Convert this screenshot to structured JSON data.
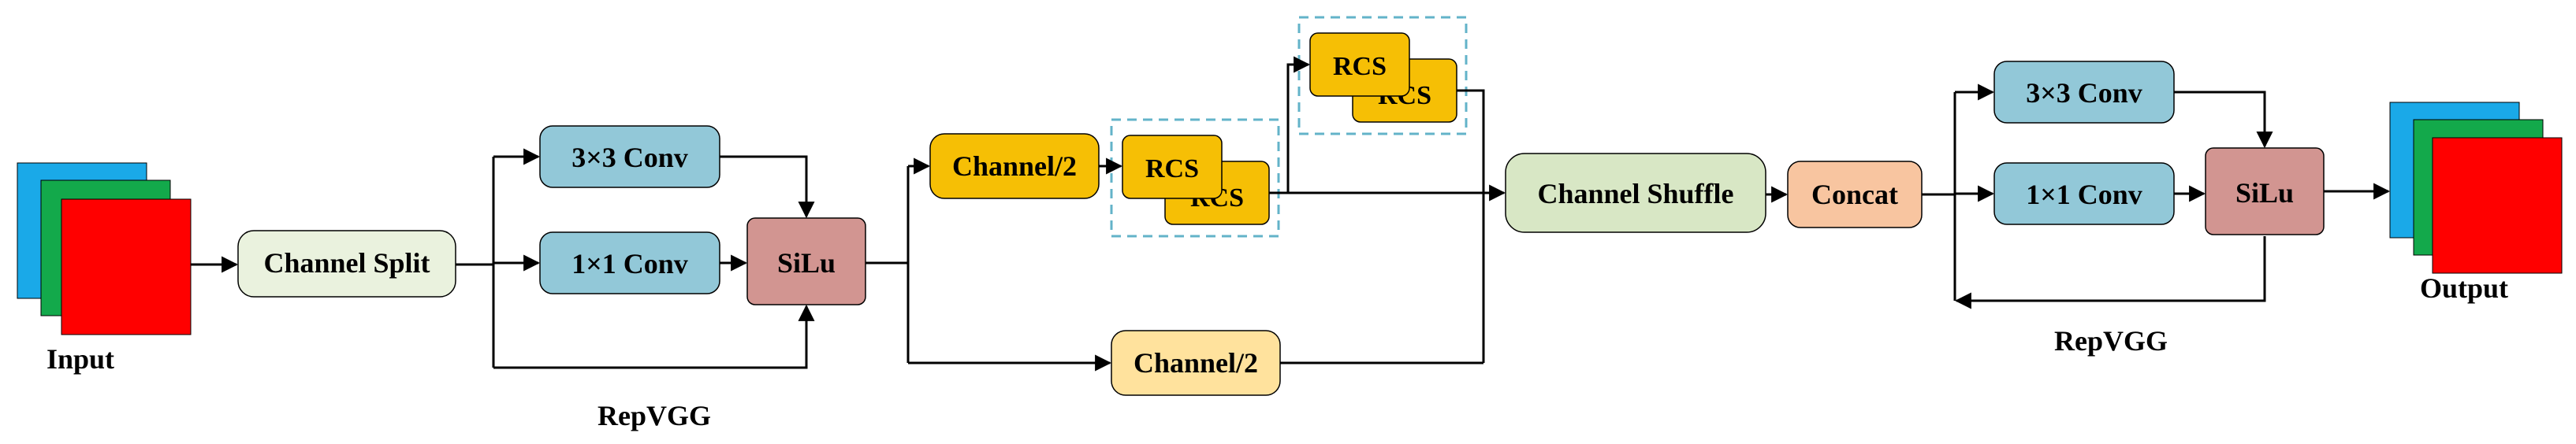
{
  "labels": {
    "input": "Input",
    "output": "Output",
    "channel_split": "Channel Split",
    "conv3x3_a": "3×3 Conv",
    "conv1x1_a": "1×1 Conv",
    "silu_a": "SiLu",
    "repvgg_a": "RepVGG",
    "channel_half_top": "Channel/2",
    "rcs_front_1": "RCS",
    "rcs_back_1": "RCS",
    "rcs_front_2": "RCS",
    "rcs_back_2": "RCS",
    "channel_half_bottom": "Channel/2",
    "channel_shuffle": "Channel Shuffle",
    "concat": "Concat",
    "conv3x3_b": "3×3 Conv",
    "conv1x1_b": "1×1 Conv",
    "silu_b": "SiLu",
    "repvgg_b": "RepVGG"
  },
  "colors": {
    "input_blue": "#1aa9e8",
    "input_green": "#13a94b",
    "input_red": "#ff0000",
    "channel_split_fill": "#eaf2de",
    "conv_fill": "#92c8d8",
    "silu_fill": "#d29591",
    "channel_half_fill": "#f6bf05",
    "channel_half_light_fill": "#ffe29d",
    "rcs_fill": "#f6bf05",
    "channel_shuffle_fill": "#d8e7c5",
    "concat_fill": "#f8c5a0",
    "dashed_box": "#63b3c9"
  }
}
